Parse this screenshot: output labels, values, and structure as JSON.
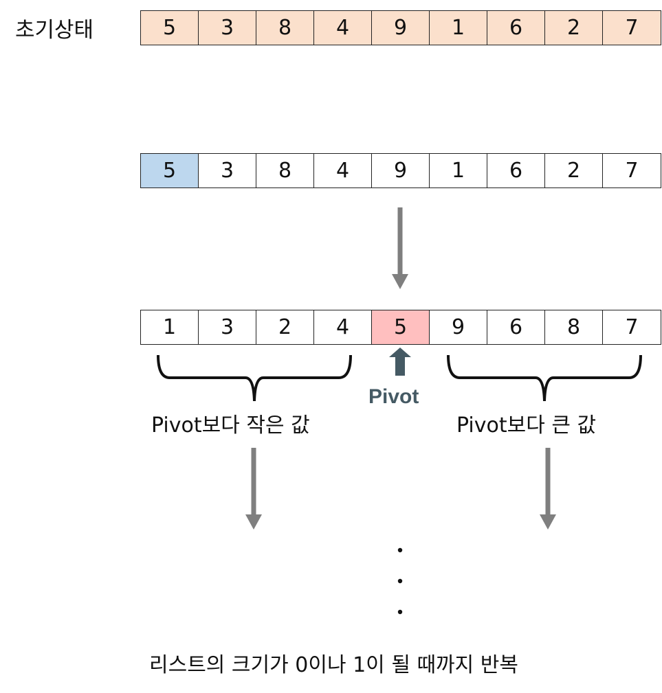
{
  "initial": {
    "label": "초기상태",
    "values": [
      "5",
      "3",
      "8",
      "4",
      "9",
      "1",
      "6",
      "2",
      "7"
    ],
    "fill": "#fbe0cc"
  },
  "select_step": {
    "values": [
      "5",
      "3",
      "8",
      "4",
      "9",
      "1",
      "6",
      "2",
      "7"
    ],
    "highlight_index": 0,
    "highlight_color": "#bdd7ee"
  },
  "partition_step": {
    "values": [
      "1",
      "3",
      "2",
      "4",
      "5",
      "9",
      "6",
      "8",
      "7"
    ],
    "pivot_index": 4,
    "pivot_color": "#ffbfbf"
  },
  "pivot_label": "Pivot",
  "pivot_label_color": "#455a64",
  "left_group_label": "Pivot보다 작은 값",
  "right_group_label": "Pivot보다 큰 값",
  "repeat_label": "리스트의 크기가 0이나 1이 될 때까지 반복",
  "arrow_color": "#7f7f7f"
}
